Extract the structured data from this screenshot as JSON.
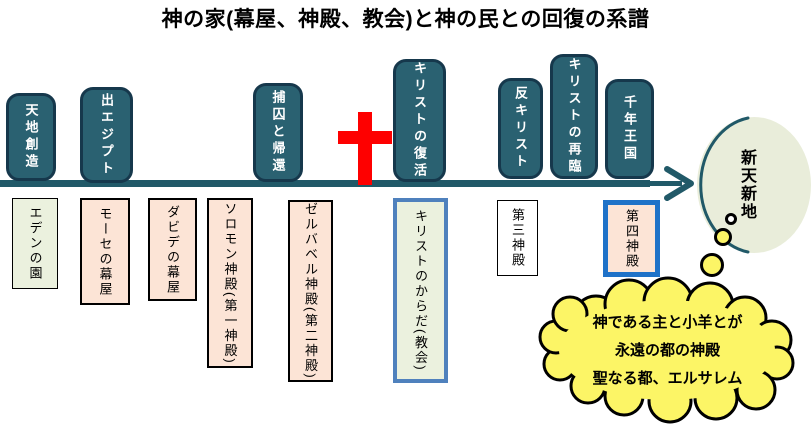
{
  "title": "神の家(幕屋、神殿、教会)と神の民との回復の系譜",
  "timeline": {
    "events": [
      {
        "label": "天地創造"
      },
      {
        "label": "出エジプト"
      },
      {
        "label": "捕囚と帰還"
      },
      {
        "label": "キリストの復活"
      },
      {
        "label": "反キリスト"
      },
      {
        "label": "キリストの再臨"
      },
      {
        "label": "千年王国"
      }
    ],
    "dwellings": [
      {
        "label": "エデンの園"
      },
      {
        "label": "モーセの幕屋"
      },
      {
        "label": "ダビデの幕屋"
      },
      {
        "label": "ソロモン神殿(第一神殿)"
      },
      {
        "label": "ゼルバベル神殿(第二神殿)"
      },
      {
        "label": "キリストのからだ(教会)"
      },
      {
        "label": "第三神殿"
      },
      {
        "label": "第四神殿"
      }
    ],
    "cross_icon": "red-cross",
    "terminus": "新天新地"
  },
  "cloud": {
    "lines": [
      "神である主と小羊とが",
      "永遠の都の神殿",
      "聖なる都、エルサレム"
    ]
  },
  "colors": {
    "event_box_fill": "#2a6171",
    "event_box_border": "#16384c",
    "timeline": "#215968",
    "cross_red": "#fe0000",
    "peach_fill": "#fce4d6",
    "olive_fill": "#ebf1de",
    "white_fill": "#ffffff",
    "steel_blue_border": "#4f81bd",
    "bright_blue_border": "#1f72c8",
    "cloud_yellow": "#fcf566",
    "oval_fill": "#e9edda"
  }
}
